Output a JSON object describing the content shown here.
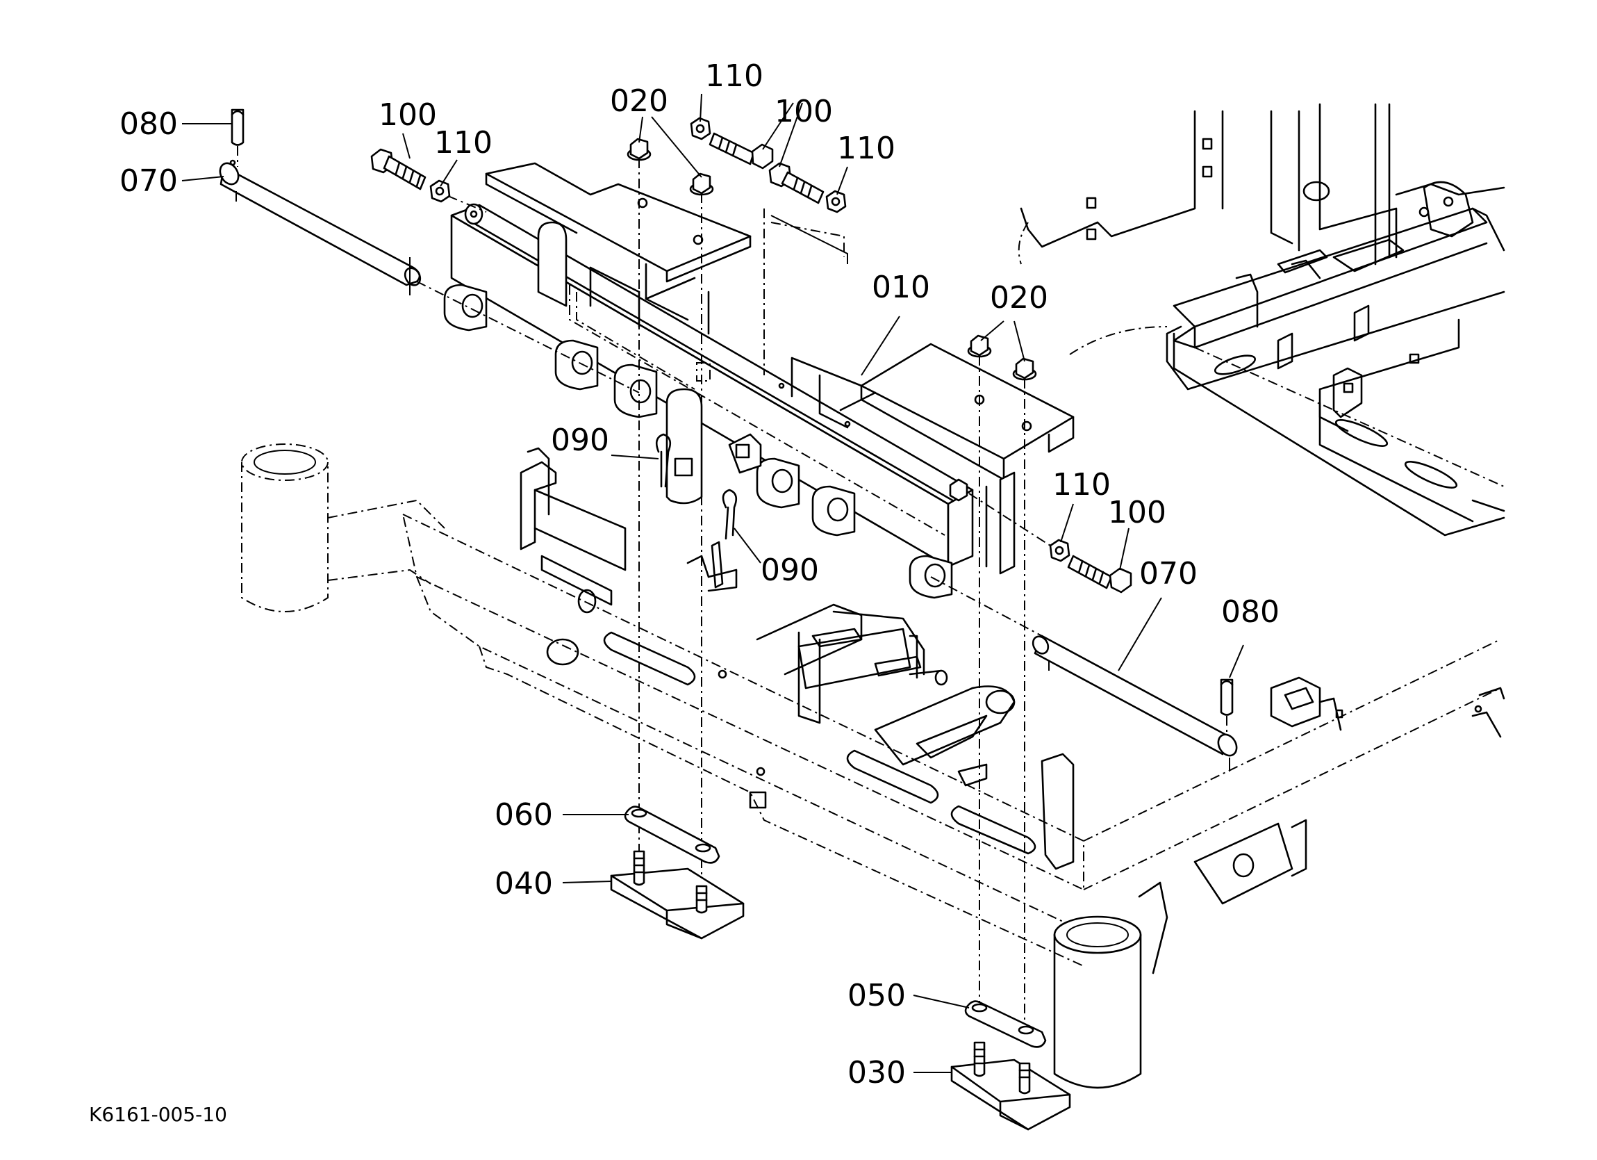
{
  "drawing_id": "K6161-005-10",
  "callouts": [
    {
      "id": "c-080-top",
      "text": "080"
    },
    {
      "id": "c-070-top",
      "text": "070"
    },
    {
      "id": "c-100-left",
      "text": "100"
    },
    {
      "id": "c-110-left",
      "text": "110"
    },
    {
      "id": "c-020-top",
      "text": "020"
    },
    {
      "id": "c-110-top",
      "text": "110"
    },
    {
      "id": "c-100-top",
      "text": "100"
    },
    {
      "id": "c-110-right",
      "text": "110"
    },
    {
      "id": "c-010",
      "text": "010"
    },
    {
      "id": "c-020-right",
      "text": "020"
    },
    {
      "id": "c-090-left",
      "text": "090"
    },
    {
      "id": "c-090-right",
      "text": "090"
    },
    {
      "id": "c-110-low",
      "text": "110"
    },
    {
      "id": "c-100-low",
      "text": "100"
    },
    {
      "id": "c-070-low",
      "text": "070"
    },
    {
      "id": "c-080-low",
      "text": "080"
    },
    {
      "id": "c-060",
      "text": "060"
    },
    {
      "id": "c-040",
      "text": "040"
    },
    {
      "id": "c-050",
      "text": "050"
    },
    {
      "id": "c-030",
      "text": "030"
    }
  ]
}
